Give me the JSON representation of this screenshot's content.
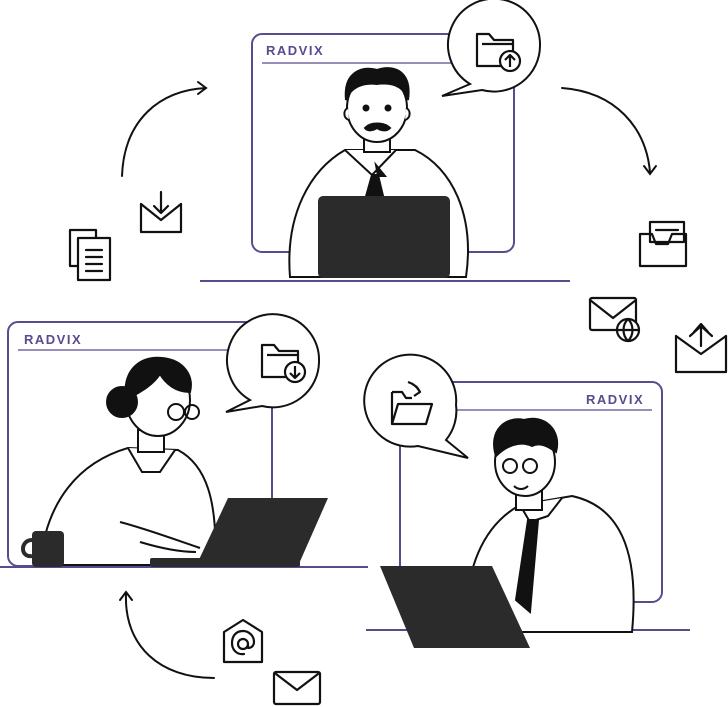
{
  "brand": {
    "name": "RADVIX",
    "color": "#5a4b8f",
    "line_color": "#5a4b8f"
  },
  "panels": [
    {
      "name": "top-panel",
      "logo_text": "RADVIX",
      "speech_icon": "folder-upload-icon",
      "person": "man-with-mustache-and-tie"
    },
    {
      "name": "left-panel",
      "logo_text": "RADVIX",
      "speech_icon": "folder-download-icon",
      "person": "woman-with-bun-and-glasses"
    },
    {
      "name": "right-panel",
      "logo_text": "RADVIX",
      "speech_icon": "folder-receive-icon",
      "person": "man-with-curly-hair-and-glasses"
    }
  ],
  "floating_icons": [
    "mail-inbox-download-icon",
    "documents-icon",
    "file-tray-icon",
    "mail-globe-icon",
    "mail-send-icon",
    "mail-at-icon",
    "envelope-icon"
  ],
  "colors": {
    "ink": "#111111",
    "laptop": "#2b2b2b",
    "frame": "#5a4b8f",
    "paper": "#ffffff"
  }
}
